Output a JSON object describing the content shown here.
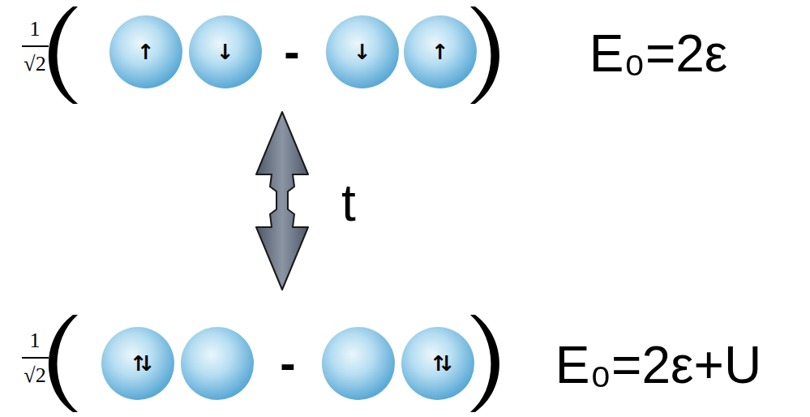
{
  "diagram": {
    "nodes": [
      {
        "text": [
          "↑"
        ]
      },
      {
        "text": [
          "↓"
        ]
      },
      {
        "text": [
          "↓"
        ]
      },
      {
        "text": [
          "↑"
        ]
      },
      {
        "text": [
          "↑↓"
        ]
      },
      {
        "text": [
          "↑↓"
        ]
      }
    ],
    "labels": [
      "1",
      "√2",
      "-",
      "E₀=2ε",
      "t",
      "1",
      "√2",
      "-",
      "E₀=2ε+U"
    ]
  }
}
